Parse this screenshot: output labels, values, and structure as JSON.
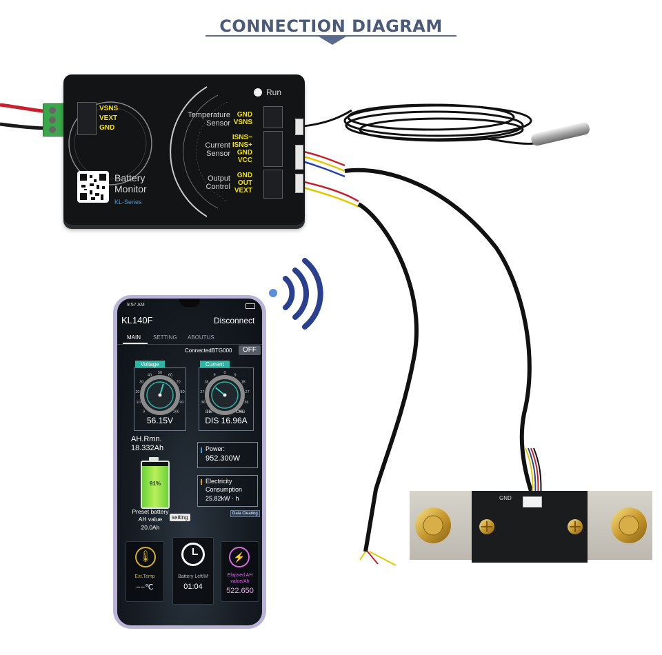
{
  "header": {
    "title": "CONNECTION DIAGRAM"
  },
  "device": {
    "run_label": "Run",
    "left_pins": [
      "VSNS",
      "VEXT",
      "GND"
    ],
    "brand_line1": "Battery",
    "brand_line2": "Monitor",
    "series": "KL-Series",
    "temp_sensor": {
      "label1": "Temperature",
      "label2": "Sensor",
      "pins": [
        "GND",
        "VSNS"
      ]
    },
    "current_sensor": {
      "label1": "Current",
      "label2": "Sensor",
      "pins": [
        "ISNS−",
        "ISNS+",
        "GND",
        "VCC"
      ]
    },
    "output_control": {
      "label1": "Output",
      "label2": "Control",
      "pins": [
        "GND",
        "OUT",
        "VEXT"
      ]
    }
  },
  "phone": {
    "status_time": "9:57 AM",
    "app_title": "KL140F",
    "disconnect_label": "Disconnect",
    "tabs": [
      "MAIN",
      "SETTING",
      "ABOUTUS"
    ],
    "connected_label": "ConnectedBTG000",
    "toggle_label": "OFF",
    "voltage": {
      "label": "Voltage",
      "value": "56.15V",
      "ticks": [
        "0",
        "10",
        "20",
        "30",
        "40",
        "50",
        "60",
        "70",
        "80",
        "90",
        "100"
      ],
      "needle": 56.15
    },
    "current": {
      "label": "Current",
      "value": "DIS 16.96A",
      "dis": "DIS",
      "chg": "CHG",
      "ticks": [
        "45",
        "36",
        "27",
        "18",
        "9",
        "0",
        "9",
        "18",
        "27",
        "36",
        "45"
      ]
    },
    "ah_remaining_label": "AH.Rmn.",
    "ah_remaining_value": "18.332Ah",
    "power_label": "Power:",
    "power_value": "952.300W",
    "consumption_label1": "Electricity",
    "consumption_label2": "Consumption",
    "consumption_value": "25.82kW · h",
    "battery_percent": "91%",
    "battery_fill": 0.91,
    "preset_label1": "Preset battery",
    "preset_label2": "AH value",
    "preset_value": "20.0Ah",
    "setting_button": "setting",
    "data_clearing_button": "Data Clearing",
    "tiles": [
      {
        "label": "Ext.Temp",
        "value": "−−℃"
      },
      {
        "label": "Battery Left/M",
        "value": "01:04"
      },
      {
        "label1": "Elapsed AH",
        "label2": "value/Ah",
        "value": "522.650"
      }
    ]
  },
  "shunt": {
    "label": "GND"
  },
  "colors": {
    "title": "#4a5a7a",
    "pin_yellow": "#f2e200",
    "teal": "#2fb3a2",
    "wifi": "#2b3f8f"
  }
}
